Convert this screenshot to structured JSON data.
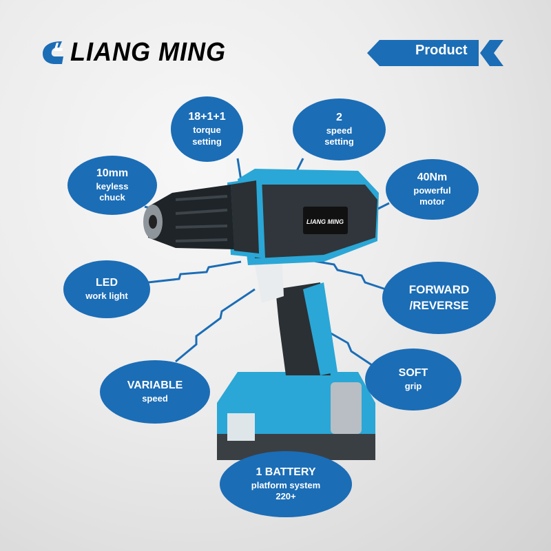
{
  "brand": {
    "name": "LIANG MING",
    "primary_color": "#1b6db6"
  },
  "tag": {
    "label": "Product"
  },
  "drill": {
    "body_label": "LIANG MING"
  },
  "features": [
    {
      "title": "18+1+1",
      "lines": [
        "torque",
        "setting"
      ]
    },
    {
      "title": "2",
      "lines": [
        "speed",
        "setting"
      ]
    },
    {
      "title": "10mm",
      "lines": [
        "keyless",
        "chuck"
      ]
    },
    {
      "title": "40Nm",
      "lines": [
        "powerful",
        "motor"
      ]
    },
    {
      "title": "LED",
      "lines": [
        "work light"
      ]
    },
    {
      "title": "FORWARD",
      "lines": [
        "/REVERSE"
      ]
    },
    {
      "title": "VARIABLE",
      "lines": [
        "speed"
      ]
    },
    {
      "title": "SOFT",
      "lines": [
        "grip"
      ]
    },
    {
      "title": "1 BATTERY",
      "lines": [
        "platform system",
        "220+"
      ]
    }
  ]
}
